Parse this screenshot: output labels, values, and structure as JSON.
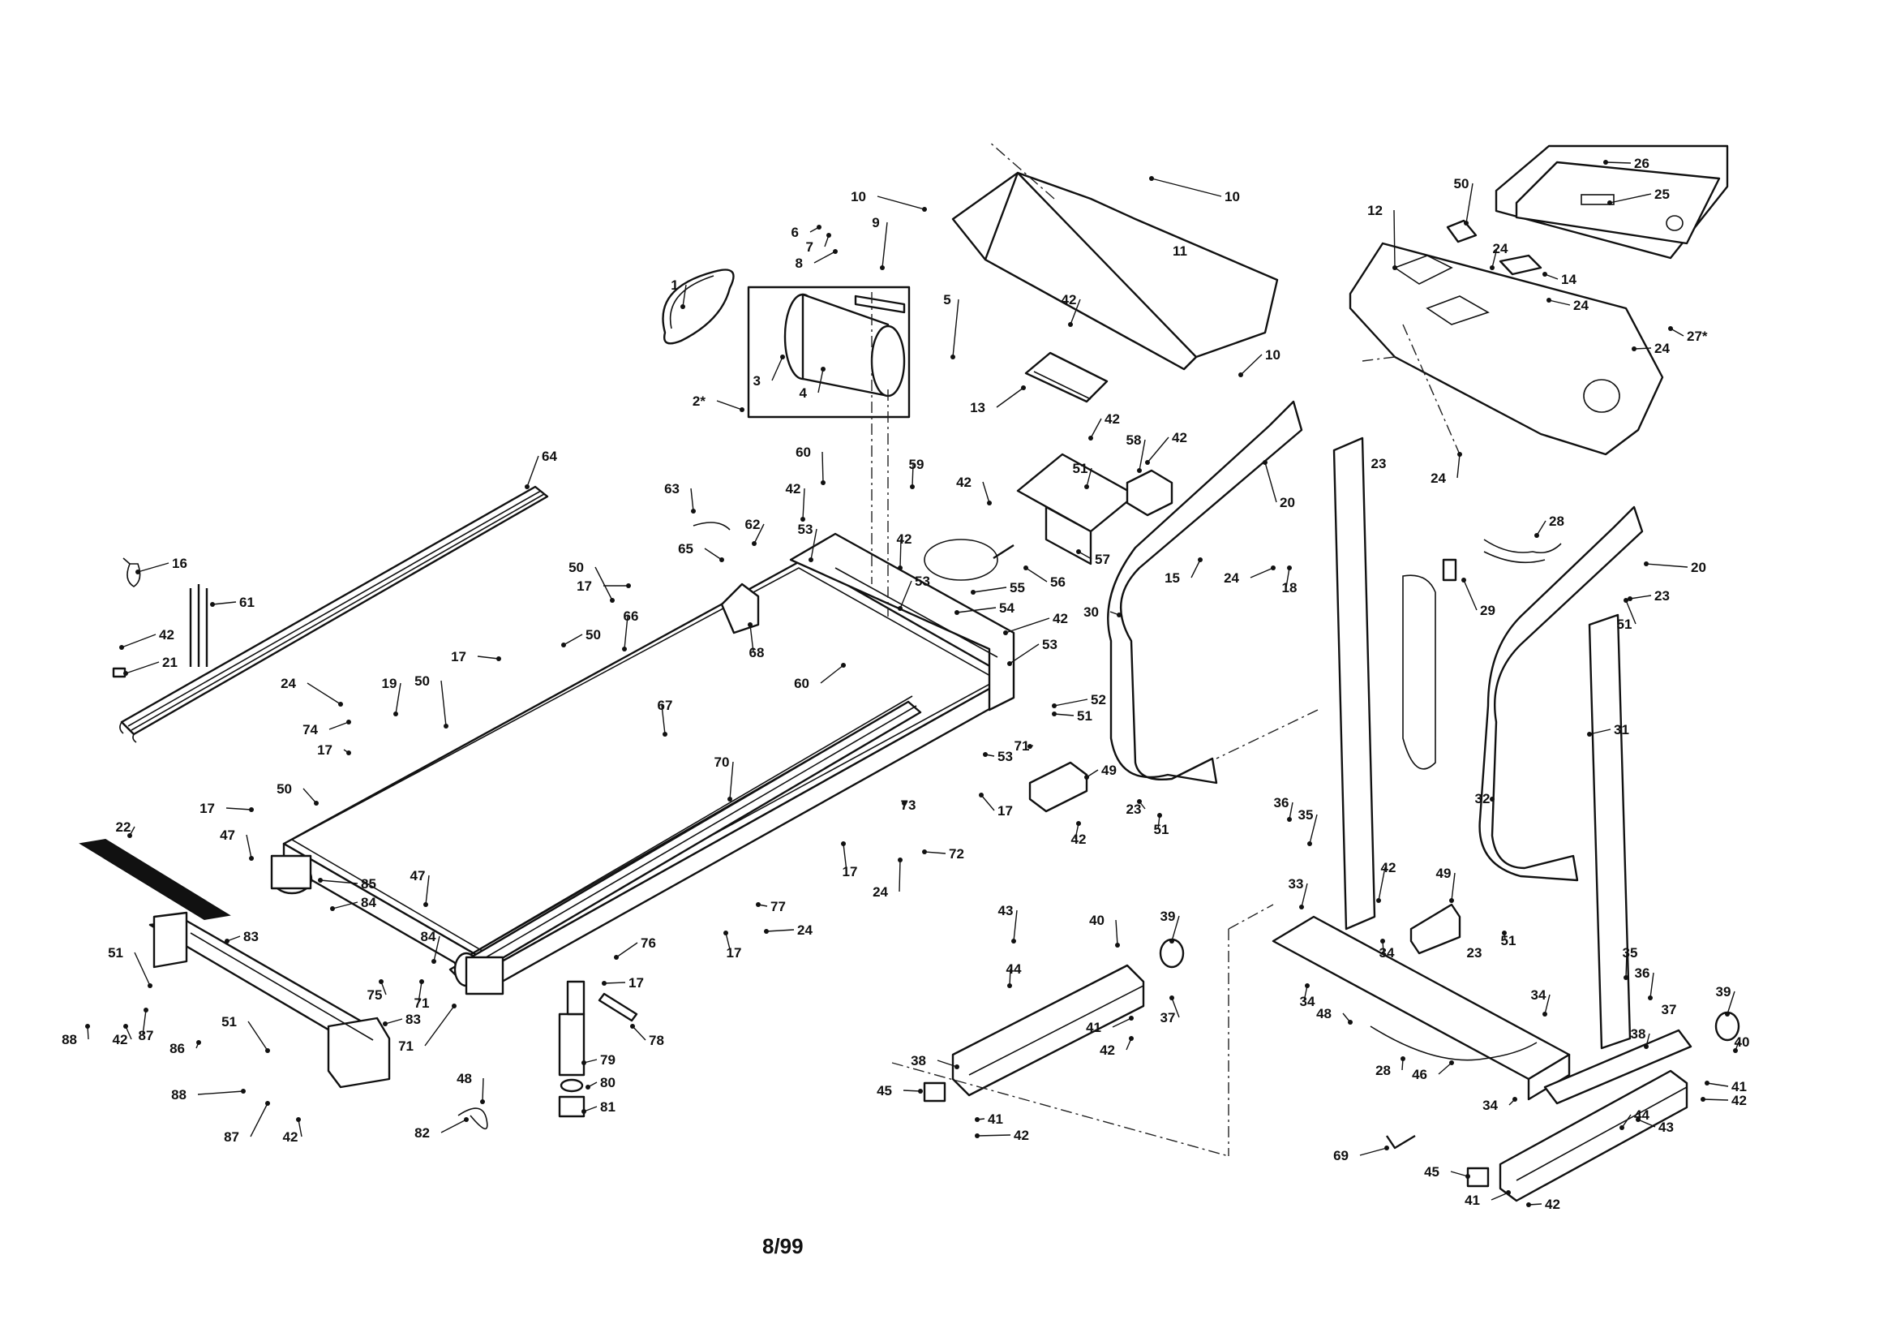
{
  "footer": {
    "code": "8/99"
  },
  "callouts": [
    {
      "id": "c1",
      "text": "1"
    },
    {
      "id": "c2",
      "text": "2*"
    },
    {
      "id": "c3",
      "text": "3"
    },
    {
      "id": "c4",
      "text": "4"
    },
    {
      "id": "c5",
      "text": "5"
    },
    {
      "id": "c6",
      "text": "6"
    },
    {
      "id": "c7",
      "text": "7"
    },
    {
      "id": "c8",
      "text": "8"
    },
    {
      "id": "c9",
      "text": "9"
    },
    {
      "id": "c10a",
      "text": "10"
    },
    {
      "id": "c10b",
      "text": "10"
    },
    {
      "id": "c10c",
      "text": "10"
    },
    {
      "id": "c11",
      "text": "11"
    },
    {
      "id": "c12",
      "text": "12"
    },
    {
      "id": "c13",
      "text": "13"
    },
    {
      "id": "c14",
      "text": "14"
    },
    {
      "id": "c15",
      "text": "15"
    },
    {
      "id": "c16",
      "text": "16"
    },
    {
      "id": "c17a",
      "text": "17"
    },
    {
      "id": "c17b",
      "text": "17"
    },
    {
      "id": "c17c",
      "text": "17"
    },
    {
      "id": "c17d",
      "text": "17"
    },
    {
      "id": "c17e",
      "text": "17"
    },
    {
      "id": "c17f",
      "text": "17"
    },
    {
      "id": "c17g",
      "text": "17"
    },
    {
      "id": "c17h",
      "text": "17"
    },
    {
      "id": "c18",
      "text": "18"
    },
    {
      "id": "c19",
      "text": "19"
    },
    {
      "id": "c20a",
      "text": "20"
    },
    {
      "id": "c20b",
      "text": "20"
    },
    {
      "id": "c21",
      "text": "21"
    },
    {
      "id": "c22",
      "text": "22"
    },
    {
      "id": "c23a",
      "text": "23"
    },
    {
      "id": "c23b",
      "text": "23"
    },
    {
      "id": "c23c",
      "text": "23"
    },
    {
      "id": "c23d",
      "text": "23"
    },
    {
      "id": "c24a",
      "text": "24"
    },
    {
      "id": "c24b",
      "text": "24"
    },
    {
      "id": "c24c",
      "text": "24"
    },
    {
      "id": "c24d",
      "text": "24"
    },
    {
      "id": "c24e",
      "text": "24"
    },
    {
      "id": "c24f",
      "text": "24"
    },
    {
      "id": "c24g",
      "text": "24"
    },
    {
      "id": "c24h",
      "text": "24"
    },
    {
      "id": "c25",
      "text": "25"
    },
    {
      "id": "c26",
      "text": "26"
    },
    {
      "id": "c27",
      "text": "27*"
    },
    {
      "id": "c28a",
      "text": "28"
    },
    {
      "id": "c28b",
      "text": "28"
    },
    {
      "id": "c29",
      "text": "29"
    },
    {
      "id": "c30",
      "text": "30"
    },
    {
      "id": "c31",
      "text": "31"
    },
    {
      "id": "c32",
      "text": "32"
    },
    {
      "id": "c33",
      "text": "33"
    },
    {
      "id": "c34a",
      "text": "34"
    },
    {
      "id": "c34b",
      "text": "34"
    },
    {
      "id": "c34c",
      "text": "34"
    },
    {
      "id": "c34d",
      "text": "34"
    },
    {
      "id": "c35a",
      "text": "35"
    },
    {
      "id": "c35b",
      "text": "35"
    },
    {
      "id": "c36a",
      "text": "36"
    },
    {
      "id": "c36b",
      "text": "36"
    },
    {
      "id": "c37a",
      "text": "37"
    },
    {
      "id": "c37b",
      "text": "37"
    },
    {
      "id": "c38a",
      "text": "38"
    },
    {
      "id": "c38b",
      "text": "38"
    },
    {
      "id": "c39a",
      "text": "39"
    },
    {
      "id": "c39b",
      "text": "39"
    },
    {
      "id": "c40a",
      "text": "40"
    },
    {
      "id": "c40b",
      "text": "40"
    },
    {
      "id": "c41a",
      "text": "41"
    },
    {
      "id": "c41b",
      "text": "41"
    },
    {
      "id": "c41c",
      "text": "41"
    },
    {
      "id": "c41d",
      "text": "41"
    },
    {
      "id": "c42a",
      "text": "42"
    },
    {
      "id": "c42b",
      "text": "42"
    },
    {
      "id": "c42c",
      "text": "42"
    },
    {
      "id": "c42d",
      "text": "42"
    },
    {
      "id": "c42e",
      "text": "42"
    },
    {
      "id": "c42f",
      "text": "42"
    },
    {
      "id": "c42g",
      "text": "42"
    },
    {
      "id": "c42h",
      "text": "42"
    },
    {
      "id": "c42i",
      "text": "42"
    },
    {
      "id": "c42j",
      "text": "42"
    },
    {
      "id": "c42k",
      "text": "42"
    },
    {
      "id": "c42l",
      "text": "42"
    },
    {
      "id": "c42m",
      "text": "42"
    },
    {
      "id": "c42n",
      "text": "42"
    },
    {
      "id": "c42o",
      "text": "42"
    },
    {
      "id": "c42p",
      "text": "42"
    },
    {
      "id": "c43a",
      "text": "43"
    },
    {
      "id": "c43b",
      "text": "43"
    },
    {
      "id": "c44a",
      "text": "44"
    },
    {
      "id": "c44b",
      "text": "44"
    },
    {
      "id": "c45a",
      "text": "45"
    },
    {
      "id": "c45b",
      "text": "45"
    },
    {
      "id": "c46",
      "text": "46"
    },
    {
      "id": "c47a",
      "text": "47"
    },
    {
      "id": "c47b",
      "text": "47"
    },
    {
      "id": "c48a",
      "text": "48"
    },
    {
      "id": "c48b",
      "text": "48"
    },
    {
      "id": "c49a",
      "text": "49"
    },
    {
      "id": "c49b",
      "text": "49"
    },
    {
      "id": "c50a",
      "text": "50"
    },
    {
      "id": "c50b",
      "text": "50"
    },
    {
      "id": "c50c",
      "text": "50"
    },
    {
      "id": "c50d",
      "text": "50"
    },
    {
      "id": "c50e",
      "text": "50"
    },
    {
      "id": "c51a",
      "text": "51"
    },
    {
      "id": "c51b",
      "text": "51"
    },
    {
      "id": "c51c",
      "text": "51"
    },
    {
      "id": "c51d",
      "text": "51"
    },
    {
      "id": "c51e",
      "text": "51"
    },
    {
      "id": "c51f",
      "text": "51"
    },
    {
      "id": "c51g",
      "text": "51"
    },
    {
      "id": "c52",
      "text": "52"
    },
    {
      "id": "c53a",
      "text": "53"
    },
    {
      "id": "c53b",
      "text": "53"
    },
    {
      "id": "c53c",
      "text": "53"
    },
    {
      "id": "c53d",
      "text": "53"
    },
    {
      "id": "c54",
      "text": "54"
    },
    {
      "id": "c55",
      "text": "55"
    },
    {
      "id": "c56",
      "text": "56"
    },
    {
      "id": "c57",
      "text": "57"
    },
    {
      "id": "c58",
      "text": "58"
    },
    {
      "id": "c59",
      "text": "59"
    },
    {
      "id": "c60a",
      "text": "60"
    },
    {
      "id": "c60b",
      "text": "60"
    },
    {
      "id": "c61",
      "text": "61"
    },
    {
      "id": "c62",
      "text": "62"
    },
    {
      "id": "c63",
      "text": "63"
    },
    {
      "id": "c64",
      "text": "64"
    },
    {
      "id": "c65",
      "text": "65"
    },
    {
      "id": "c66",
      "text": "66"
    },
    {
      "id": "c67",
      "text": "67"
    },
    {
      "id": "c68",
      "text": "68"
    },
    {
      "id": "c69",
      "text": "69"
    },
    {
      "id": "c70",
      "text": "70"
    },
    {
      "id": "c71a",
      "text": "71"
    },
    {
      "id": "c71b",
      "text": "71"
    },
    {
      "id": "c71c",
      "text": "71"
    },
    {
      "id": "c72",
      "text": "72"
    },
    {
      "id": "c73",
      "text": "73"
    },
    {
      "id": "c74",
      "text": "74"
    },
    {
      "id": "c75",
      "text": "75"
    },
    {
      "id": "c76",
      "text": "76"
    },
    {
      "id": "c77",
      "text": "77"
    },
    {
      "id": "c78",
      "text": "78"
    },
    {
      "id": "c79",
      "text": "79"
    },
    {
      "id": "c80",
      "text": "80"
    },
    {
      "id": "c81",
      "text": "81"
    },
    {
      "id": "c82",
      "text": "82"
    },
    {
      "id": "c83a",
      "text": "83"
    },
    {
      "id": "c83b",
      "text": "83"
    },
    {
      "id": "c84a",
      "text": "84"
    },
    {
      "id": "c84b",
      "text": "84"
    },
    {
      "id": "c85",
      "text": "85"
    },
    {
      "id": "c86",
      "text": "86"
    },
    {
      "id": "c87a",
      "text": "87"
    },
    {
      "id": "c87b",
      "text": "87"
    },
    {
      "id": "c88a",
      "text": "88"
    },
    {
      "id": "c88b",
      "text": "88"
    }
  ]
}
